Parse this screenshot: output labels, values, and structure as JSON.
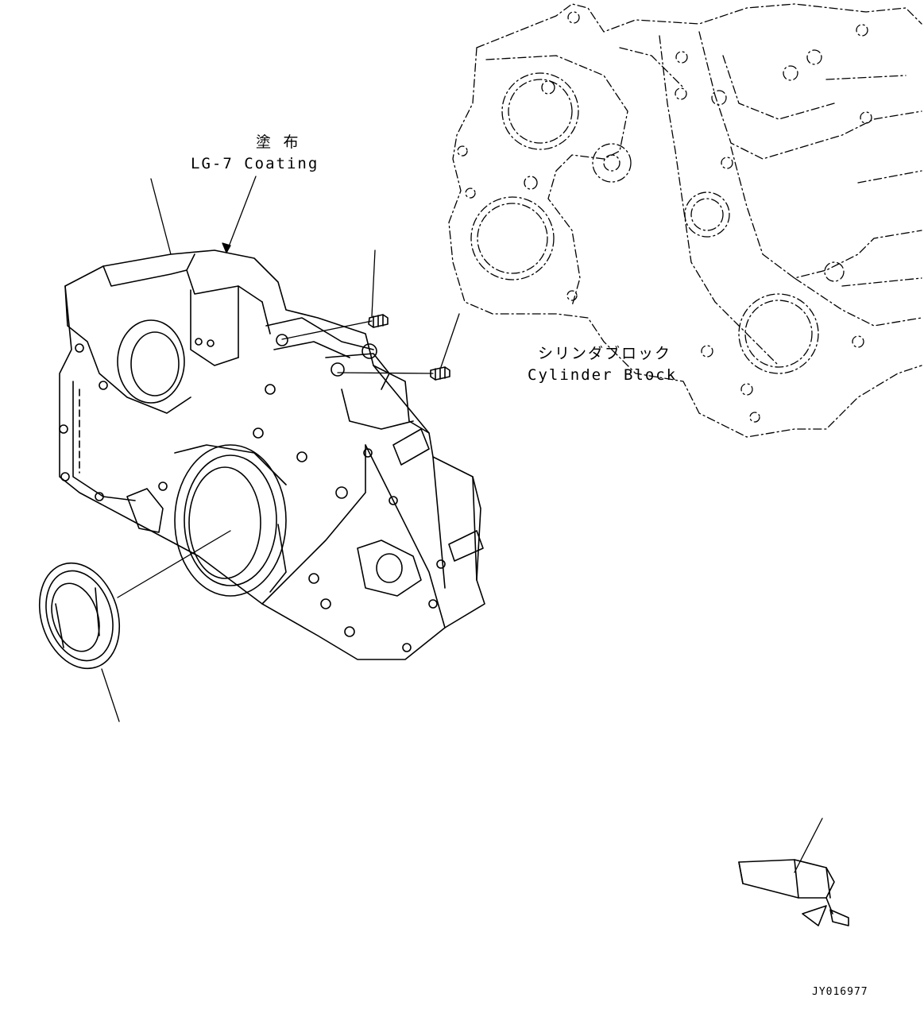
{
  "labels": {
    "coating_jp": "塗 布",
    "coating_en": "LG-7 Coating",
    "cylinder_block_jp": "シリンダブロック",
    "cylinder_block_en": "Cylinder Block",
    "drawing_number": "JY016977"
  }
}
